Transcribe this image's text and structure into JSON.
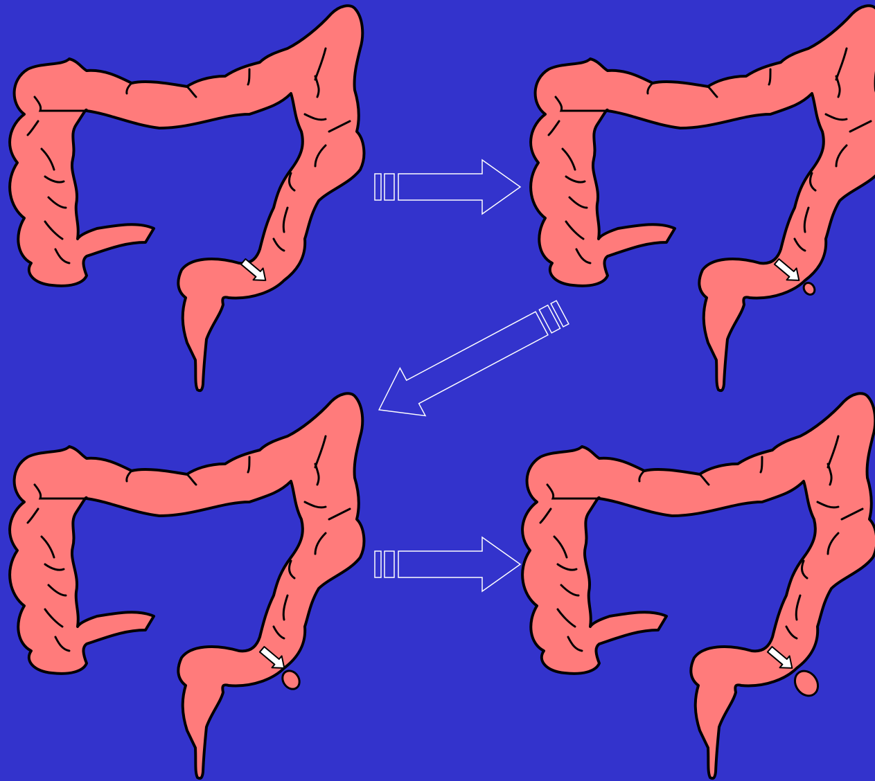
{
  "diagram": {
    "description_free": true,
    "panel_count": 4,
    "panels": [
      {
        "id": "panel-1",
        "stage": 1,
        "pouch": "none"
      },
      {
        "id": "panel-2",
        "stage": 2,
        "pouch": "small"
      },
      {
        "id": "panel-3",
        "stage": 3,
        "pouch": "medium"
      },
      {
        "id": "panel-4",
        "stage": 4,
        "pouch": "large"
      }
    ],
    "connectors": [
      {
        "id": "arrow-1-to-2",
        "from": "panel-1",
        "to": "panel-2"
      },
      {
        "id": "arrow-2-to-3",
        "from": "panel-2",
        "to": "panel-3"
      },
      {
        "id": "arrow-3-to-4",
        "from": "panel-3",
        "to": "panel-4"
      }
    ]
  },
  "colors": {
    "background": "#3333CC",
    "organ_fill": "#FF7B7B",
    "organ_outline": "#000000",
    "arrow_outline": "#FFFFFF",
    "marker_fill": "#FFFFFF"
  }
}
